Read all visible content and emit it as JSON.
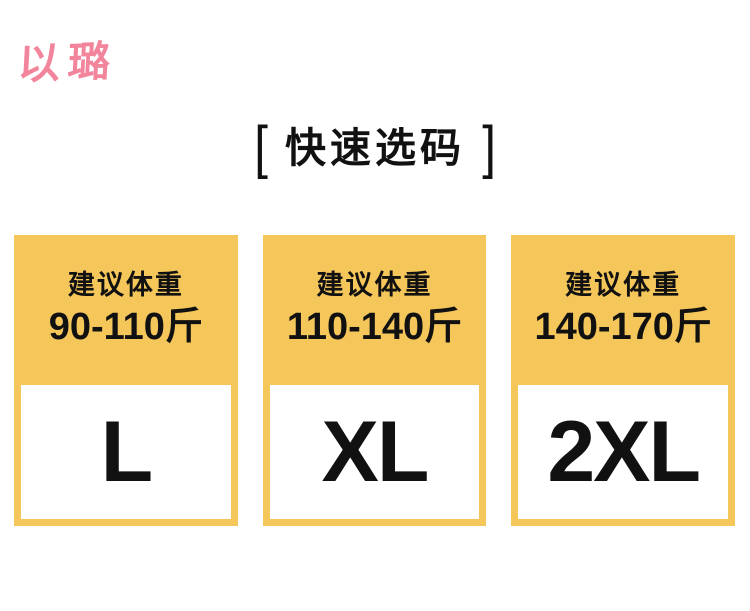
{
  "colors": {
    "accent_yellow": "#F5C65A",
    "logo_pink": "#F2849B",
    "text_dark": "#111111"
  },
  "logo": {
    "text": "以璐"
  },
  "title": {
    "bracket_left": "[",
    "text": "快速选码",
    "bracket_right": "]"
  },
  "size_cards": [
    {
      "label": "建议体重",
      "weight_range": "90-110斤",
      "size": "L"
    },
    {
      "label": "建议体重",
      "weight_range": "110-140斤",
      "size": "XL"
    },
    {
      "label": "建议体重",
      "weight_range": "140-170斤",
      "size": "2XL"
    }
  ]
}
